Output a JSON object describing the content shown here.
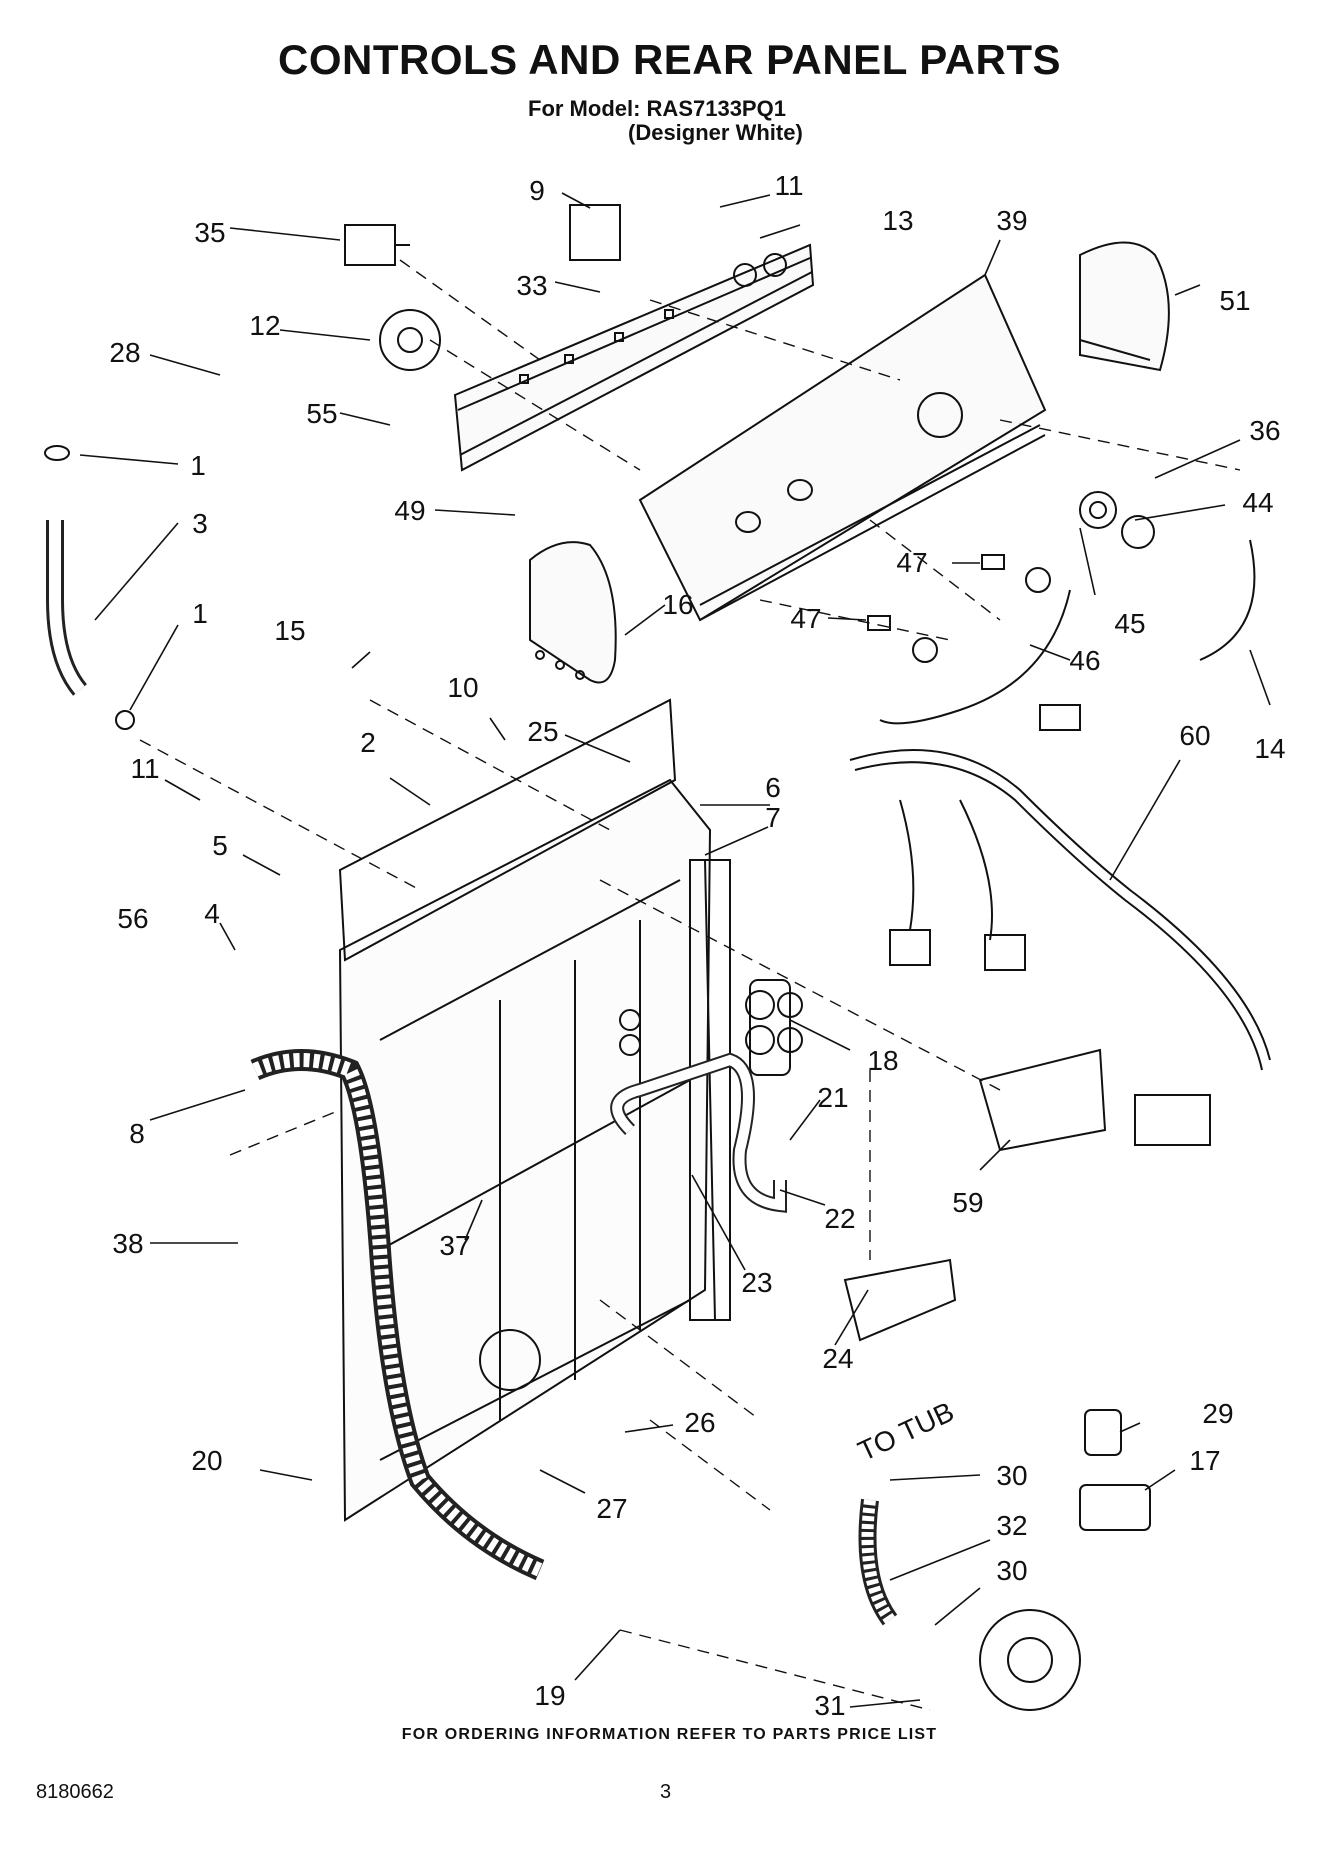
{
  "header": {
    "title": "CONTROLS AND REAR PANEL PARTS",
    "model_line": "For Model: RAS7133PQ1",
    "color_line": "(Designer White)"
  },
  "diagram": {
    "callouts": [
      "1",
      "1",
      "3",
      "5",
      "4",
      "56",
      "8",
      "38",
      "37",
      "11",
      "2",
      "10",
      "25",
      "15",
      "6",
      "7",
      "18",
      "21",
      "22",
      "23",
      "24",
      "59",
      "60",
      "14",
      "9",
      "11",
      "13",
      "33",
      "35",
      "12",
      "28",
      "55",
      "49",
      "16",
      "39",
      "51",
      "36",
      "44",
      "45",
      "47",
      "47",
      "46",
      "26",
      "27",
      "20",
      "19",
      "29",
      "17",
      "30",
      "32",
      "30",
      "31"
    ],
    "annotation": "TO TUB"
  },
  "footer": {
    "ordering_note": "FOR ORDERING INFORMATION REFER TO PARTS PRICE LIST",
    "doc_number": "8180662",
    "page_number": "3"
  }
}
